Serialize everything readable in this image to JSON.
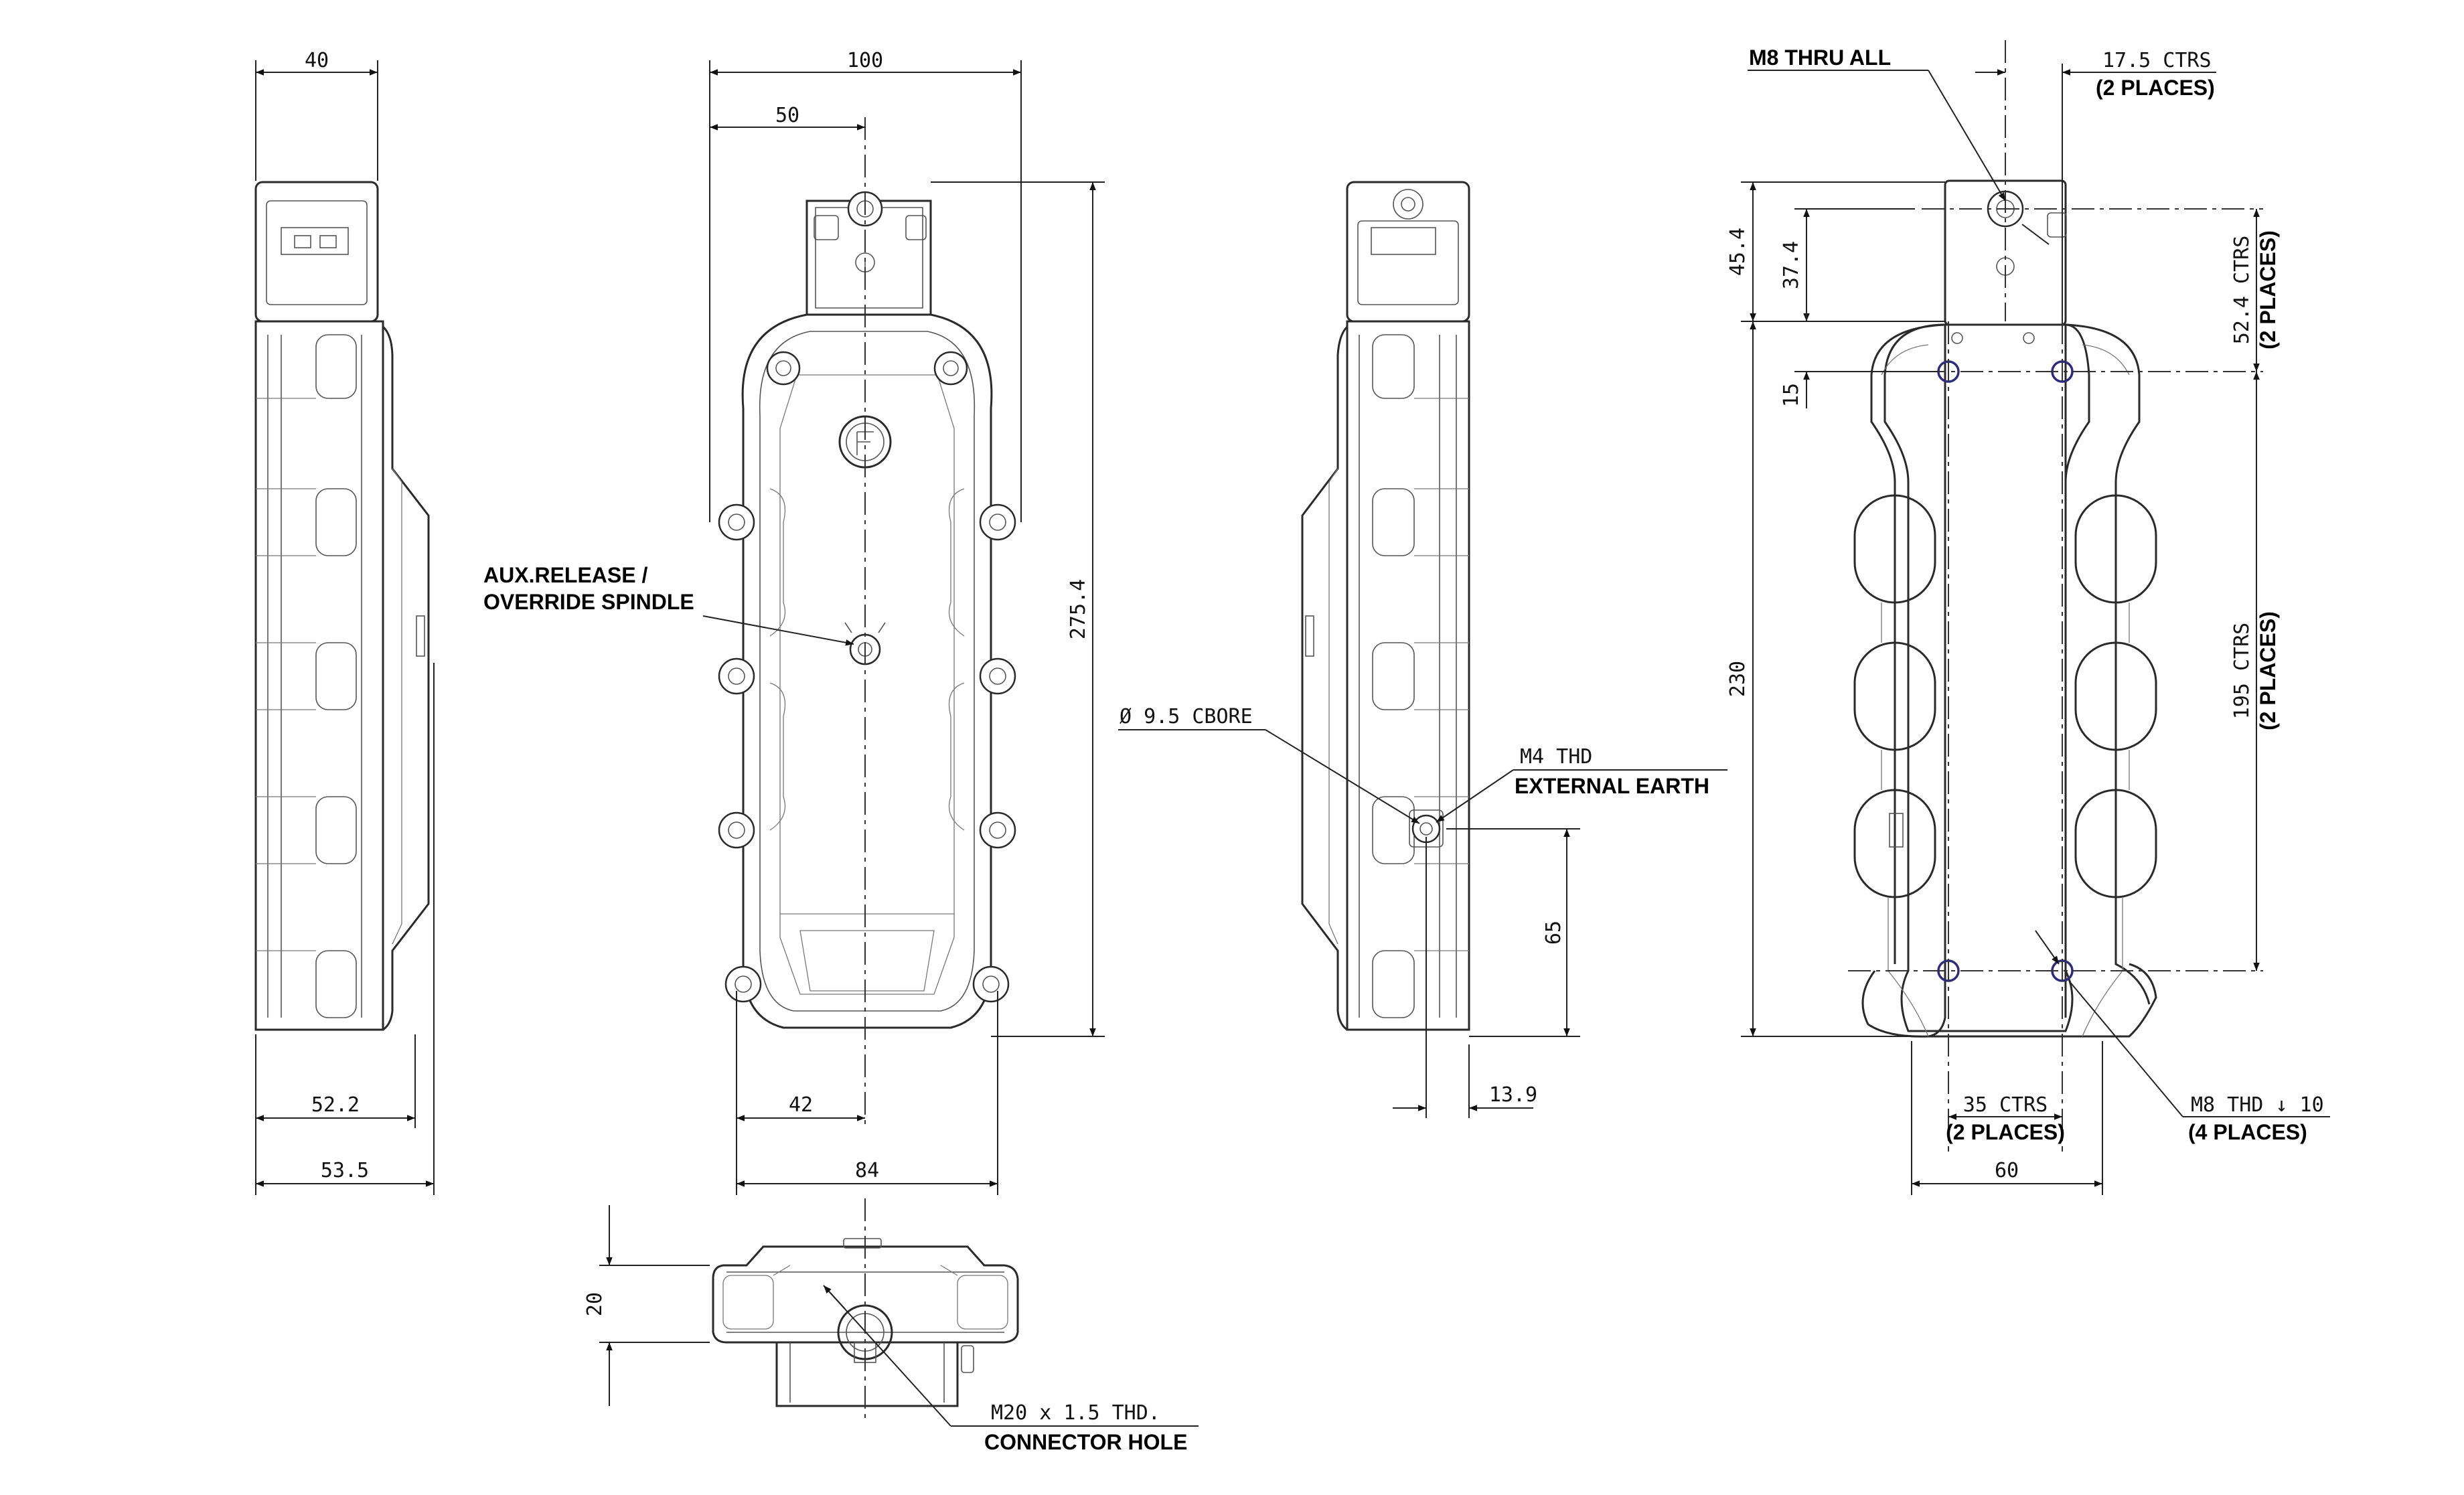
{
  "dimensions": {
    "side_width": "40",
    "side_depth_1": "52.2",
    "side_depth_2": "53.5",
    "front_total_width": "100",
    "front_half_width": "50",
    "front_height": "275.4",
    "front_half_base": "42",
    "front_base_width": "84",
    "earth_height": "65",
    "earth_offset": "13.9",
    "thru_ctrs": "17.5 CTRS",
    "thru_ctrs_places": "(2 PLACES)",
    "rear_45": "45.4",
    "rear_37": "37.4",
    "rear_15": "15",
    "rear_230": "230",
    "rear_52": "52.4 CTRS",
    "rear_52_places": "(2 PLACES)",
    "rear_195": "195 CTRS",
    "rear_195_places": "(2 PLACES)",
    "rear_35": "35 CTRS",
    "rear_35_places": "(2 PLACES)",
    "rear_60": "60",
    "bottom_20": "20"
  },
  "callouts": {
    "aux_line1": "AUX.RELEASE /",
    "aux_line2": "OVERRIDE SPINDLE",
    "cbore": "Ø 9.5 CBORE",
    "m4_thd": "M4 THD",
    "external_earth": "EXTERNAL EARTH",
    "m8_thru": "M8 THRU ALL",
    "m8_thd": "M8 THD ↓ 10",
    "m8_places": "(4 PLACES)",
    "m20_thd": "M20 x 1.5 THD.",
    "connector_hole": "CONNECTOR HOLE"
  }
}
